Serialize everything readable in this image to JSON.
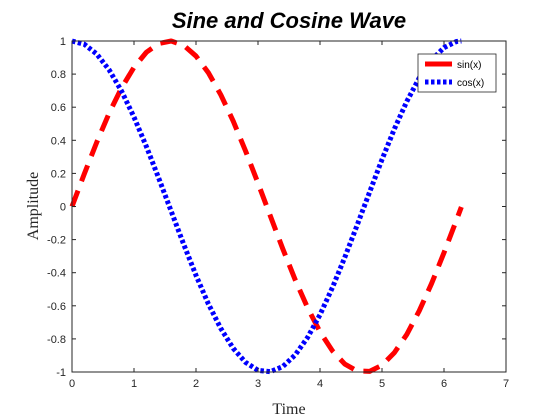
{
  "chart_data": {
    "type": "line",
    "title": "Sine and Cosine Wave",
    "xlabel": "Time",
    "ylabel": "Amplitude",
    "xlim": [
      0,
      7
    ],
    "ylim": [
      -1,
      1
    ],
    "xticks": [
      0,
      1,
      2,
      3,
      4,
      5,
      6,
      7
    ],
    "yticks": [
      -1,
      -0.8,
      -0.6,
      -0.4,
      -0.2,
      0,
      0.2,
      0.4,
      0.6,
      0.8,
      1
    ],
    "xtick_labels": [
      "0",
      "1",
      "2",
      "3",
      "4",
      "5",
      "6",
      "7"
    ],
    "ytick_labels": [
      "-1",
      "-0.8",
      "-0.6",
      "-0.4",
      "-0.2",
      "0",
      "0.2",
      "0.4",
      "0.6",
      "0.8",
      "1"
    ],
    "grid": false,
    "box": true,
    "legend_position": "top-right",
    "x": [
      0,
      0.2,
      0.4,
      0.6,
      0.8,
      1.0,
      1.2,
      1.4,
      1.6,
      1.8,
      2.0,
      2.2,
      2.4,
      2.6,
      2.8,
      3.0,
      3.2,
      3.4,
      3.6,
      3.8,
      4.0,
      4.2,
      4.4,
      4.6,
      4.8,
      5.0,
      5.2,
      5.4,
      5.6,
      5.8,
      6.0,
      6.2,
      6.28
    ],
    "series": [
      {
        "name": "sin(x)",
        "color": "#ff0000",
        "line_style": "dashed",
        "values": [
          0,
          0.199,
          0.389,
          0.565,
          0.717,
          0.841,
          0.932,
          0.985,
          1.0,
          0.974,
          0.909,
          0.808,
          0.675,
          0.516,
          0.335,
          0.141,
          -0.058,
          -0.256,
          -0.443,
          -0.612,
          -0.757,
          -0.872,
          -0.952,
          -0.994,
          -0.996,
          -0.959,
          -0.883,
          -0.773,
          -0.631,
          -0.465,
          -0.279,
          -0.083,
          -0.003
        ]
      },
      {
        "name": "cos(x)",
        "color": "#0000ff",
        "line_style": "dotted",
        "values": [
          1.0,
          0.98,
          0.921,
          0.825,
          0.697,
          0.54,
          0.362,
          0.17,
          -0.029,
          -0.227,
          -0.416,
          -0.589,
          -0.737,
          -0.857,
          -0.942,
          -0.99,
          -0.998,
          -0.967,
          -0.897,
          -0.791,
          -0.654,
          -0.49,
          -0.307,
          -0.112,
          0.087,
          0.284,
          0.469,
          0.635,
          0.776,
          0.886,
          0.96,
          0.997,
          1.0
        ]
      }
    ]
  }
}
